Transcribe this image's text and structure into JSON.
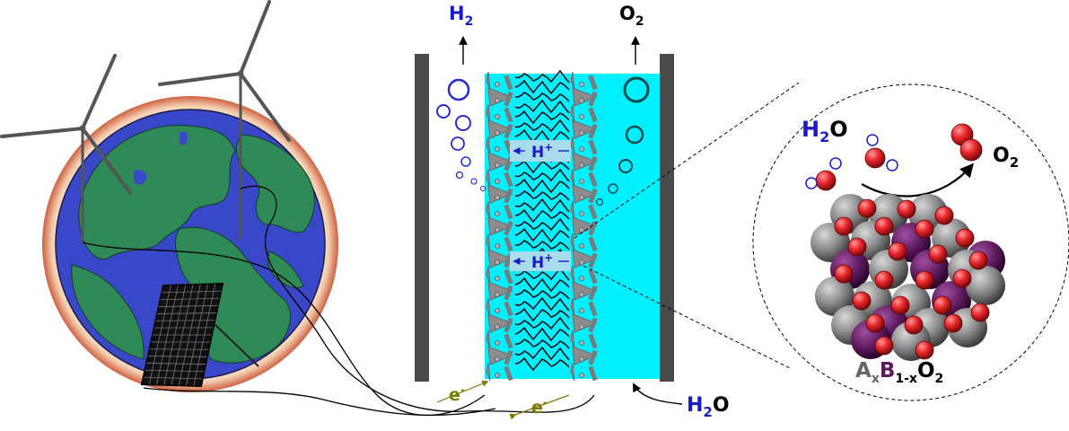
{
  "labels": {
    "h2_top": {
      "main": "H",
      "sub": "2"
    },
    "o2_top": {
      "main": "O",
      "sub": "2"
    },
    "proton": {
      "main": "H",
      "sup": "+"
    },
    "h2o_bottom": {
      "h": "H",
      "sub": "2",
      "o": "O"
    },
    "electron": {
      "main": "e",
      "sup": "-"
    },
    "h2o_zoom": {
      "h": "H",
      "sub": "2",
      "o": "O"
    },
    "o2_zoom": {
      "main": "O",
      "sub": "2"
    },
    "catalyst_formula": {
      "a": "A",
      "x1": "x",
      "b": "B",
      "x2": "1-x",
      "o": "O",
      "sub": "2"
    }
  },
  "colors": {
    "hydrogen_label": "#1a1acc",
    "oxygen_atom": "#e8262b",
    "electrolyte": "#00f0ff",
    "electrode": "#4a4a4a",
    "electron_label": "#7a7a00",
    "ocean": "#3848c8",
    "land": "#2e8b57",
    "atom_a": "#5a5a5a",
    "atom_b": "#5c1a5c"
  },
  "icons": [
    "globe-icon",
    "wind-turbine-icon",
    "solar-panel-icon",
    "electrolyzer-icon",
    "bubble-icon",
    "water-molecule-icon",
    "oxygen-molecule-icon",
    "catalyst-crystal-icon"
  ]
}
